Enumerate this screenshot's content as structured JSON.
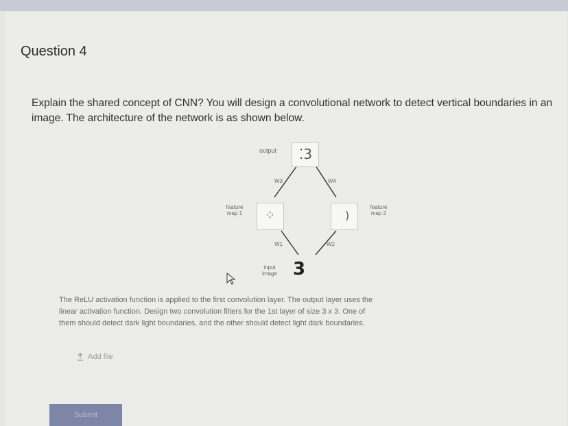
{
  "question": {
    "title": "Question 4",
    "prompt": "Explain the shared concept of CNN? You will design a convolutional network to detect vertical boundaries in an image. The architecture of the network is as shown below."
  },
  "diagram": {
    "output_label": "output",
    "w3": "W3",
    "w4": "W4",
    "feature_map_1": "feature map 1",
    "feature_map_2": "feature map 2",
    "w1": "W1",
    "w2": "W2",
    "input_label": "input image",
    "input_digit": "3"
  },
  "description": {
    "line1": "The ReLU activation function is applied to the first convolution layer. The output layer uses the",
    "line2": "linear activation function. Design two convolution filters for the 1st layer of size 3 x 3. One of",
    "line3": "them should detect dark light boundaries, and the other should detect light dark boundaries."
  },
  "add_file_label": "Add file",
  "submit_label": "Submit"
}
